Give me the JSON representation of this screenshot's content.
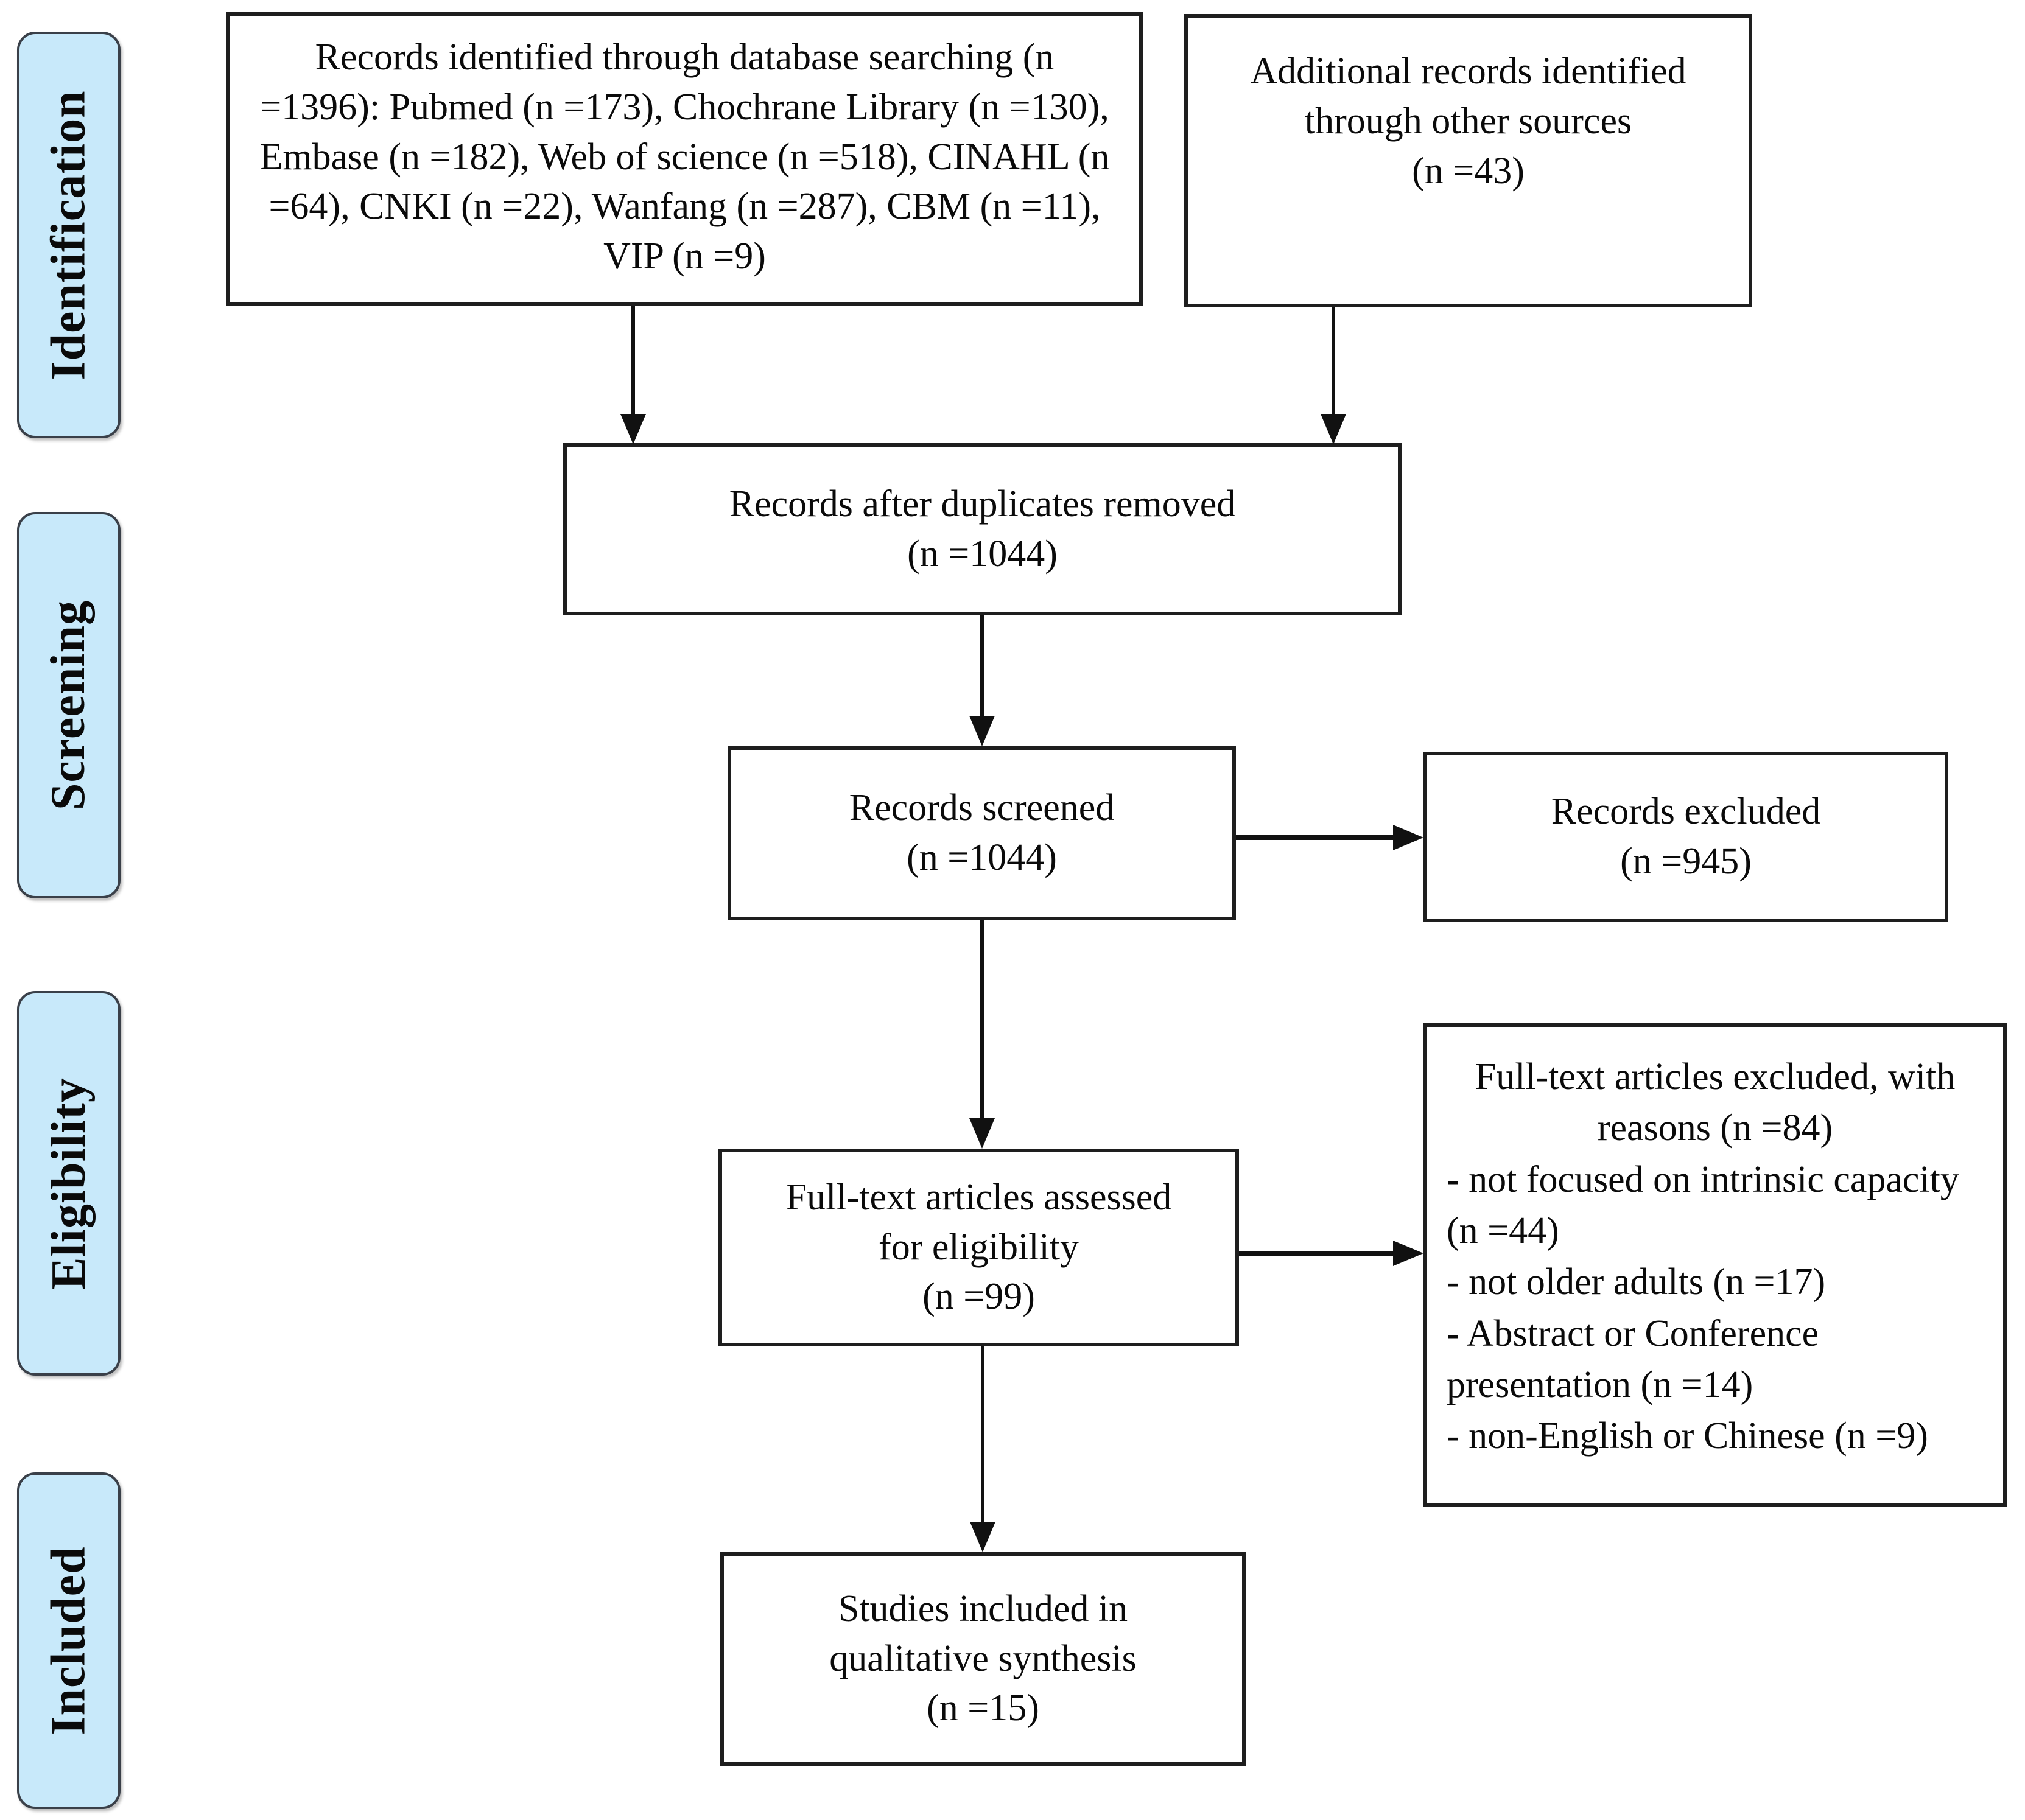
{
  "diagram_type": "PRISMA flow diagram",
  "colors": {
    "stage_fill": "#c8e9fa",
    "stage_border": "#3a4049",
    "box_border": "#1e1e1e",
    "arrow": "#111111"
  },
  "sidebar": {
    "stages": [
      {
        "label": "Identification"
      },
      {
        "label": "Screening"
      },
      {
        "label": "Eligibility"
      },
      {
        "label": "Included"
      }
    ]
  },
  "flow": {
    "identified": {
      "text": "Records identified through database searching (n =1396): Pubmed (n =173), Chochrane Library (n =130), Embase (n =182), Web of science (n =518), CINAHL (n =64), CNKI (n =22), Wanfang (n =287), CBM (n =11), VIP (n =9)"
    },
    "additional": {
      "lines": [
        "Additional records identified",
        "through other sources",
        "(n =43)"
      ]
    },
    "duplicates_removed": {
      "lines": [
        "Records after duplicates removed",
        "(n =1044)"
      ]
    },
    "screened": {
      "lines": [
        "Records screened",
        "(n =1044)"
      ]
    },
    "records_excluded": {
      "lines": [
        "Records excluded",
        "(n =945)"
      ]
    },
    "fulltext_assessed": {
      "lines": [
        "Full-text articles assessed",
        "for eligibility",
        "(n =99)"
      ]
    },
    "fulltext_excluded": {
      "header_lines": [
        "Full-text articles excluded, with",
        "reasons (n =84)"
      ],
      "reasons": [
        "- not focused on intrinsic capacity (n =44)",
        "- not older adults (n =17)",
        "- Abstract or Conference presentation (n =14)",
        "- non-English or Chinese (n =9)"
      ]
    },
    "included_synthesis": {
      "lines": [
        "Studies included in",
        "qualitative synthesis",
        "(n =15)"
      ]
    }
  }
}
